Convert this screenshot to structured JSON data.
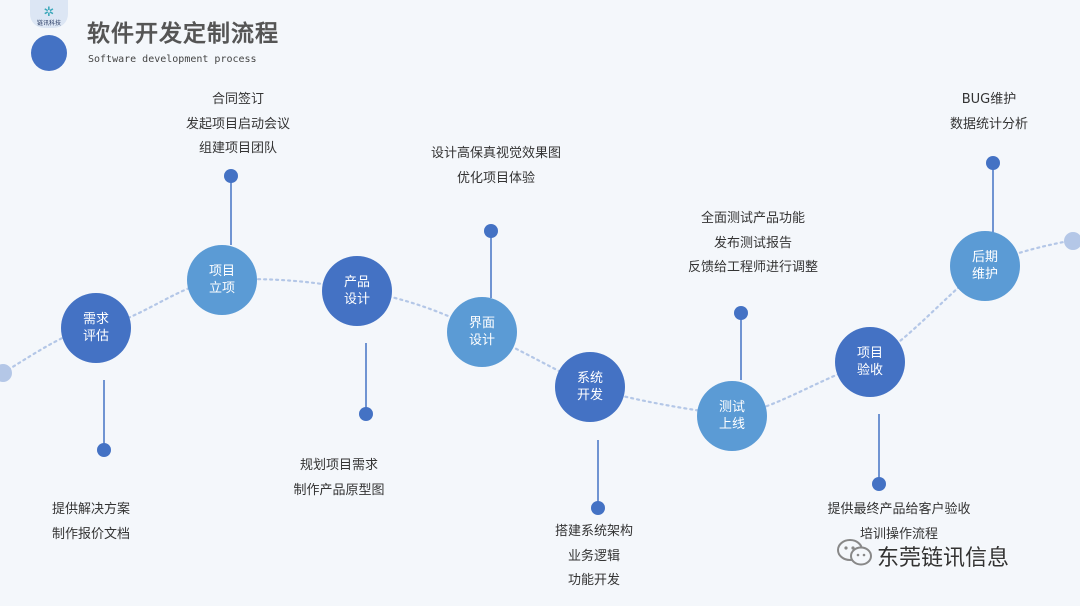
{
  "header": {
    "logo_text": "链讯科技",
    "title": "软件开发定制流程",
    "subtitle": "Software development process"
  },
  "colors": {
    "node_dark": "#4472c4",
    "node_light": "#5b9bd5",
    "connector": "#4472c4",
    "path": "#b4c7e7",
    "text": "#333333"
  },
  "steps": [
    {
      "label": "需求\n评估",
      "tone": "dark",
      "notes": [
        "提供解决方案",
        "制作报价文档"
      ]
    },
    {
      "label": "项目\n立项",
      "tone": "light",
      "notes": [
        "合同签订",
        "发起项目启动会议",
        "组建项目团队"
      ]
    },
    {
      "label": "产品\n设计",
      "tone": "dark",
      "notes": [
        "规划项目需求",
        "制作产品原型图"
      ]
    },
    {
      "label": "界面\n设计",
      "tone": "light",
      "notes": [
        "设计高保真视觉效果图",
        "优化项目体验"
      ]
    },
    {
      "label": "系统\n开发",
      "tone": "dark",
      "notes": [
        "搭建系统架构",
        "业务逻辑",
        "功能开发"
      ]
    },
    {
      "label": "测试\n上线",
      "tone": "light",
      "notes": [
        "全面测试产品功能",
        "发布测试报告",
        "反馈给工程师进行调整"
      ]
    },
    {
      "label": "项目\n验收",
      "tone": "dark",
      "notes": [
        "提供最终产品给客户验收",
        "培训操作流程"
      ]
    },
    {
      "label": "后期\n维护",
      "tone": "light",
      "notes": [
        "BUG维护",
        "数据统计分析"
      ]
    }
  ],
  "watermark": {
    "icon": "wechat-icon",
    "label": "东莞链讯信息"
  }
}
